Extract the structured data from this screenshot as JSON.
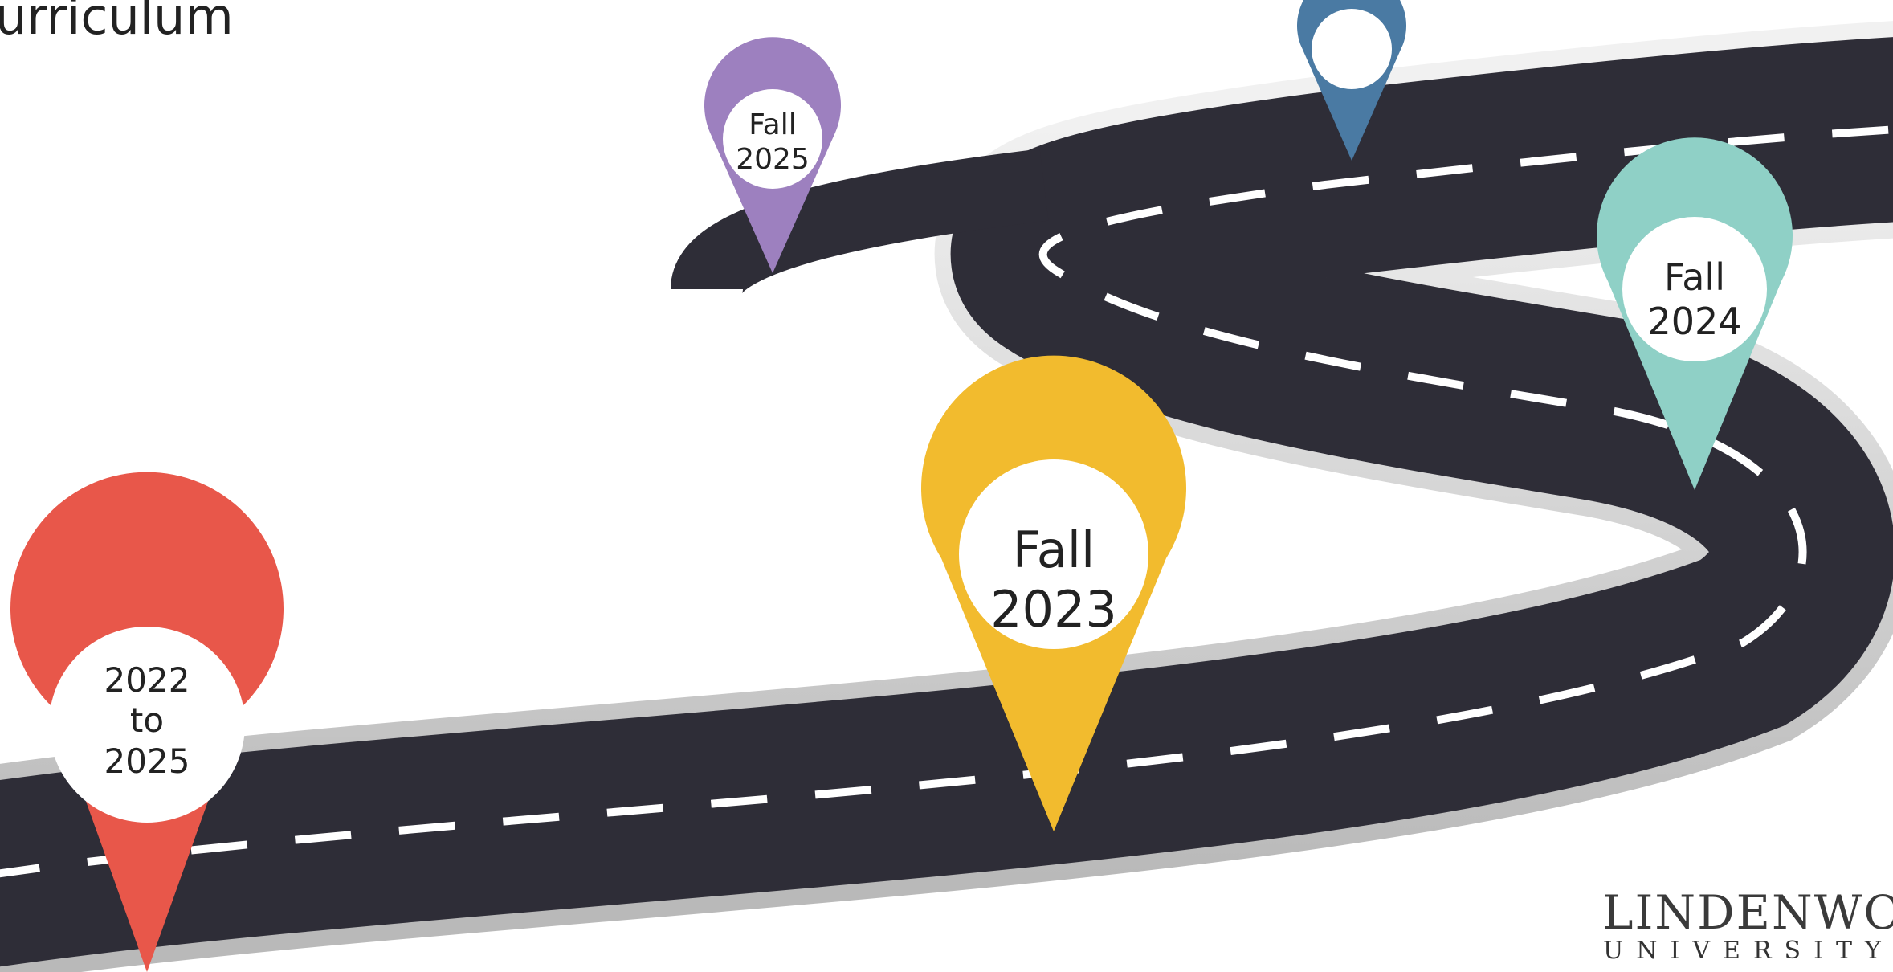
{
  "slide": {
    "title": "urriculum"
  },
  "pins": [
    {
      "id": "red",
      "line1": "2022",
      "line2": "to",
      "line3": "2025",
      "color": "#e8574a"
    },
    {
      "id": "yellow",
      "line1": "Fall",
      "line2": "2023",
      "color": "#f2bb2e"
    },
    {
      "id": "teal",
      "line1": "Fall",
      "line2": "2024",
      "color": "#8fd0c6"
    },
    {
      "id": "purple",
      "line1": "Fall",
      "line2": "2025",
      "color": "#9d80bf"
    },
    {
      "id": "blue",
      "line1": "",
      "line2": "",
      "color": "#4a7aa3"
    }
  ],
  "logo": {
    "word": "LINDENWOOD",
    "sub": "UNIVERSITY"
  },
  "colors": {
    "road": "#2e2d37",
    "curb": "#d8d8d8",
    "lane": "#ffffff"
  },
  "icons": [
    "map-pin-icon",
    "road-graphic"
  ]
}
